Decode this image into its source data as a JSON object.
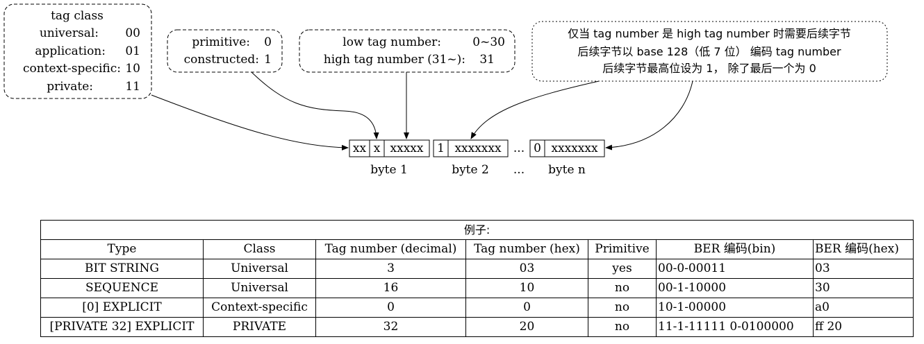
{
  "tag_class_box": {
    "title": "tag class",
    "rows": [
      {
        "name": "universal:",
        "code": "00"
      },
      {
        "name": "application:",
        "code": "01"
      },
      {
        "name": "context-specific:",
        "code": "10"
      },
      {
        "name": "private:",
        "code": "11"
      }
    ]
  },
  "pc_box": {
    "rows": [
      {
        "name": "primitive:",
        "code": "0"
      },
      {
        "name": "constructed:",
        "code": "1"
      }
    ]
  },
  "tag_number_box": {
    "rows": [
      {
        "name": "low tag number:",
        "code": "0~30"
      },
      {
        "name": "high tag number (31~):",
        "code": "31"
      }
    ]
  },
  "subsequent_box": {
    "lines": [
      "仅当 tag number 是 high tag number 时需要后续字节",
      "后续字节以 base 128（低 7 位） 编码 tag number",
      "后续字节最高位设为 1， 除了最后一个为 0"
    ]
  },
  "bytes": {
    "byte1": {
      "cells": [
        "xx",
        "x",
        "xxxxx"
      ],
      "label": "byte 1"
    },
    "byte2": {
      "cells": [
        "1",
        "xxxxxxx"
      ],
      "label": "byte 2"
    },
    "ellipsis": "...",
    "byten": {
      "cells": [
        "0",
        "xxxxxxx"
      ],
      "label": "byte n"
    }
  },
  "example_table": {
    "caption": "例子:",
    "headers": [
      "Type",
      "Class",
      "Tag number (decimal)",
      "Tag number (hex)",
      "Primitive",
      "BER 编码(bin)",
      "BER 编码(hex)"
    ],
    "rows": [
      [
        "BIT STRING",
        "Universal",
        "3",
        "03",
        "yes",
        "00-0-00011",
        "03"
      ],
      [
        "SEQUENCE",
        "Universal",
        "16",
        "10",
        "no",
        "00-1-10000",
        "30"
      ],
      [
        "[0] EXPLICIT",
        "Context-specific",
        "0",
        "0",
        "no",
        "10-1-00000",
        "a0"
      ],
      [
        "[PRIVATE 32] EXPLICIT",
        "PRIVATE",
        "32",
        "20",
        "no",
        "11-1-11111 0-0100000",
        "ff 20"
      ]
    ]
  }
}
